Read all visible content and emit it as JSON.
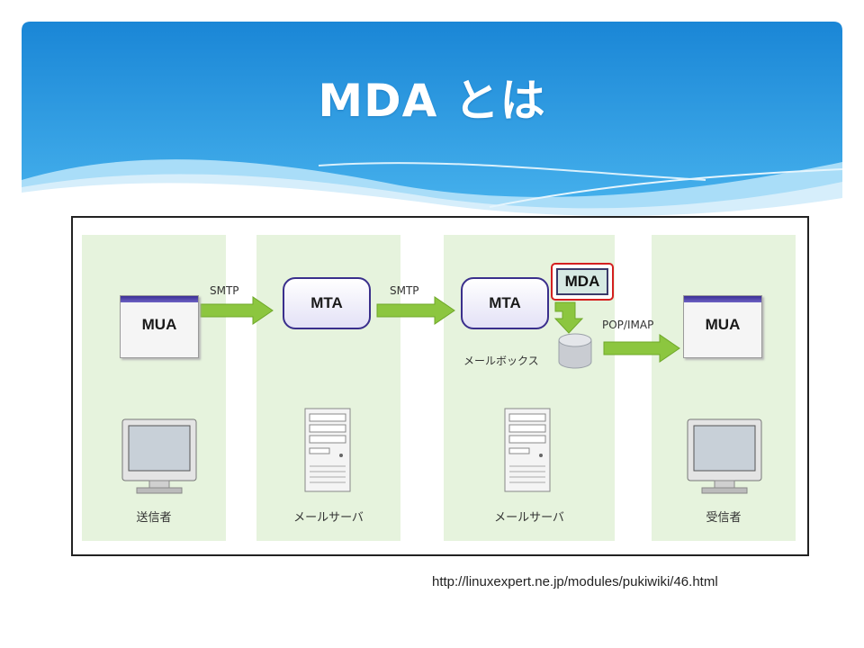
{
  "slide": {
    "title": "MDA とは",
    "source_url": "http://linuxexpert.ne.jp/modules/pukiwiki/46.html"
  },
  "diagram": {
    "sender_mua": "MUA",
    "receiver_mua": "MUA",
    "mta_1": "MTA",
    "mta_2": "MTA",
    "mda": "MDA",
    "smtp_1": "SMTP",
    "smtp_2": "SMTP",
    "pop_imap": "POP/IMAP",
    "mailbox": "メールボックス",
    "captions": [
      "送信者",
      "メールサーバ",
      "メールサーバ",
      "受信者"
    ]
  },
  "colors": {
    "header_blue": "#1f8fd9",
    "column_green": "#e6f3dd",
    "arrow_green": "#8cc63f",
    "mda_highlight": "#d42020"
  }
}
